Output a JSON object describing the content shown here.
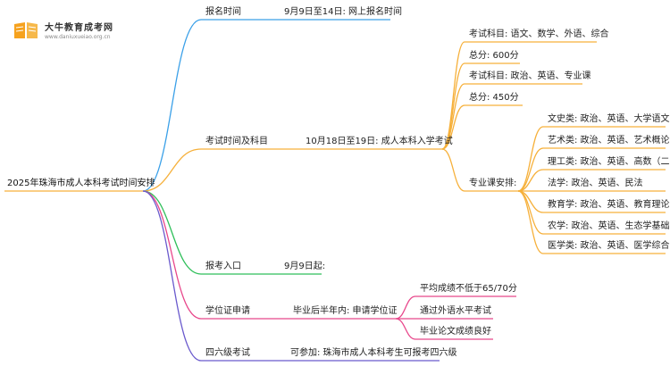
{
  "logo": {
    "title": "大牛教育成考网",
    "url": "www.daniuxueiao.org.cn"
  },
  "root": "2025年珠海市成人本科考试时间安排",
  "colors": {
    "blue": "#3aa0e8",
    "orange": "#f6b03a",
    "green": "#2fbf5a",
    "pink": "#e8478b",
    "purple": "#6a5acd"
  },
  "branches": [
    {
      "label": "报名时间",
      "children": [
        {
          "label": "9月9日至14日: 网上报名时间"
        }
      ]
    },
    {
      "label": "考试时间及科目",
      "children": [
        {
          "label": "10月18日至19日: 成人本科入学考试",
          "children": [
            {
              "label": "考试科目: 语文、数学、外语、综合"
            },
            {
              "label": "总分: 600分"
            },
            {
              "label": "考试科目: 政治、英语、专业课"
            },
            {
              "label": "总分: 450分"
            },
            {
              "label": "专业课安排:",
              "children": [
                {
                  "label": "文史类: 政治、英语、大学语文"
                },
                {
                  "label": "艺术类: 政治、英语、艺术概论"
                },
                {
                  "label": "理工类: 政治、英语、高数（二）"
                },
                {
                  "label": "法学: 政治、英语、民法"
                },
                {
                  "label": "教育学: 政治、英语、教育理论"
                },
                {
                  "label": "农学: 政治、英语、生态学基础"
                },
                {
                  "label": "医学类: 政治、英语、医学综合"
                }
              ]
            }
          ]
        }
      ]
    },
    {
      "label": "报考入口",
      "children": [
        {
          "label": "9月9日起:"
        }
      ]
    },
    {
      "label": "学位证申请",
      "children": [
        {
          "label": "毕业后半年内: 申请学位证",
          "children": [
            {
              "label": "平均成绩不低于65/70分"
            },
            {
              "label": "通过外语水平考试"
            },
            {
              "label": "毕业论文成绩良好"
            }
          ]
        }
      ]
    },
    {
      "label": "四六级考试",
      "children": [
        {
          "label": "可参加: 珠海市成人本科考生可报考四六级"
        }
      ]
    }
  ]
}
